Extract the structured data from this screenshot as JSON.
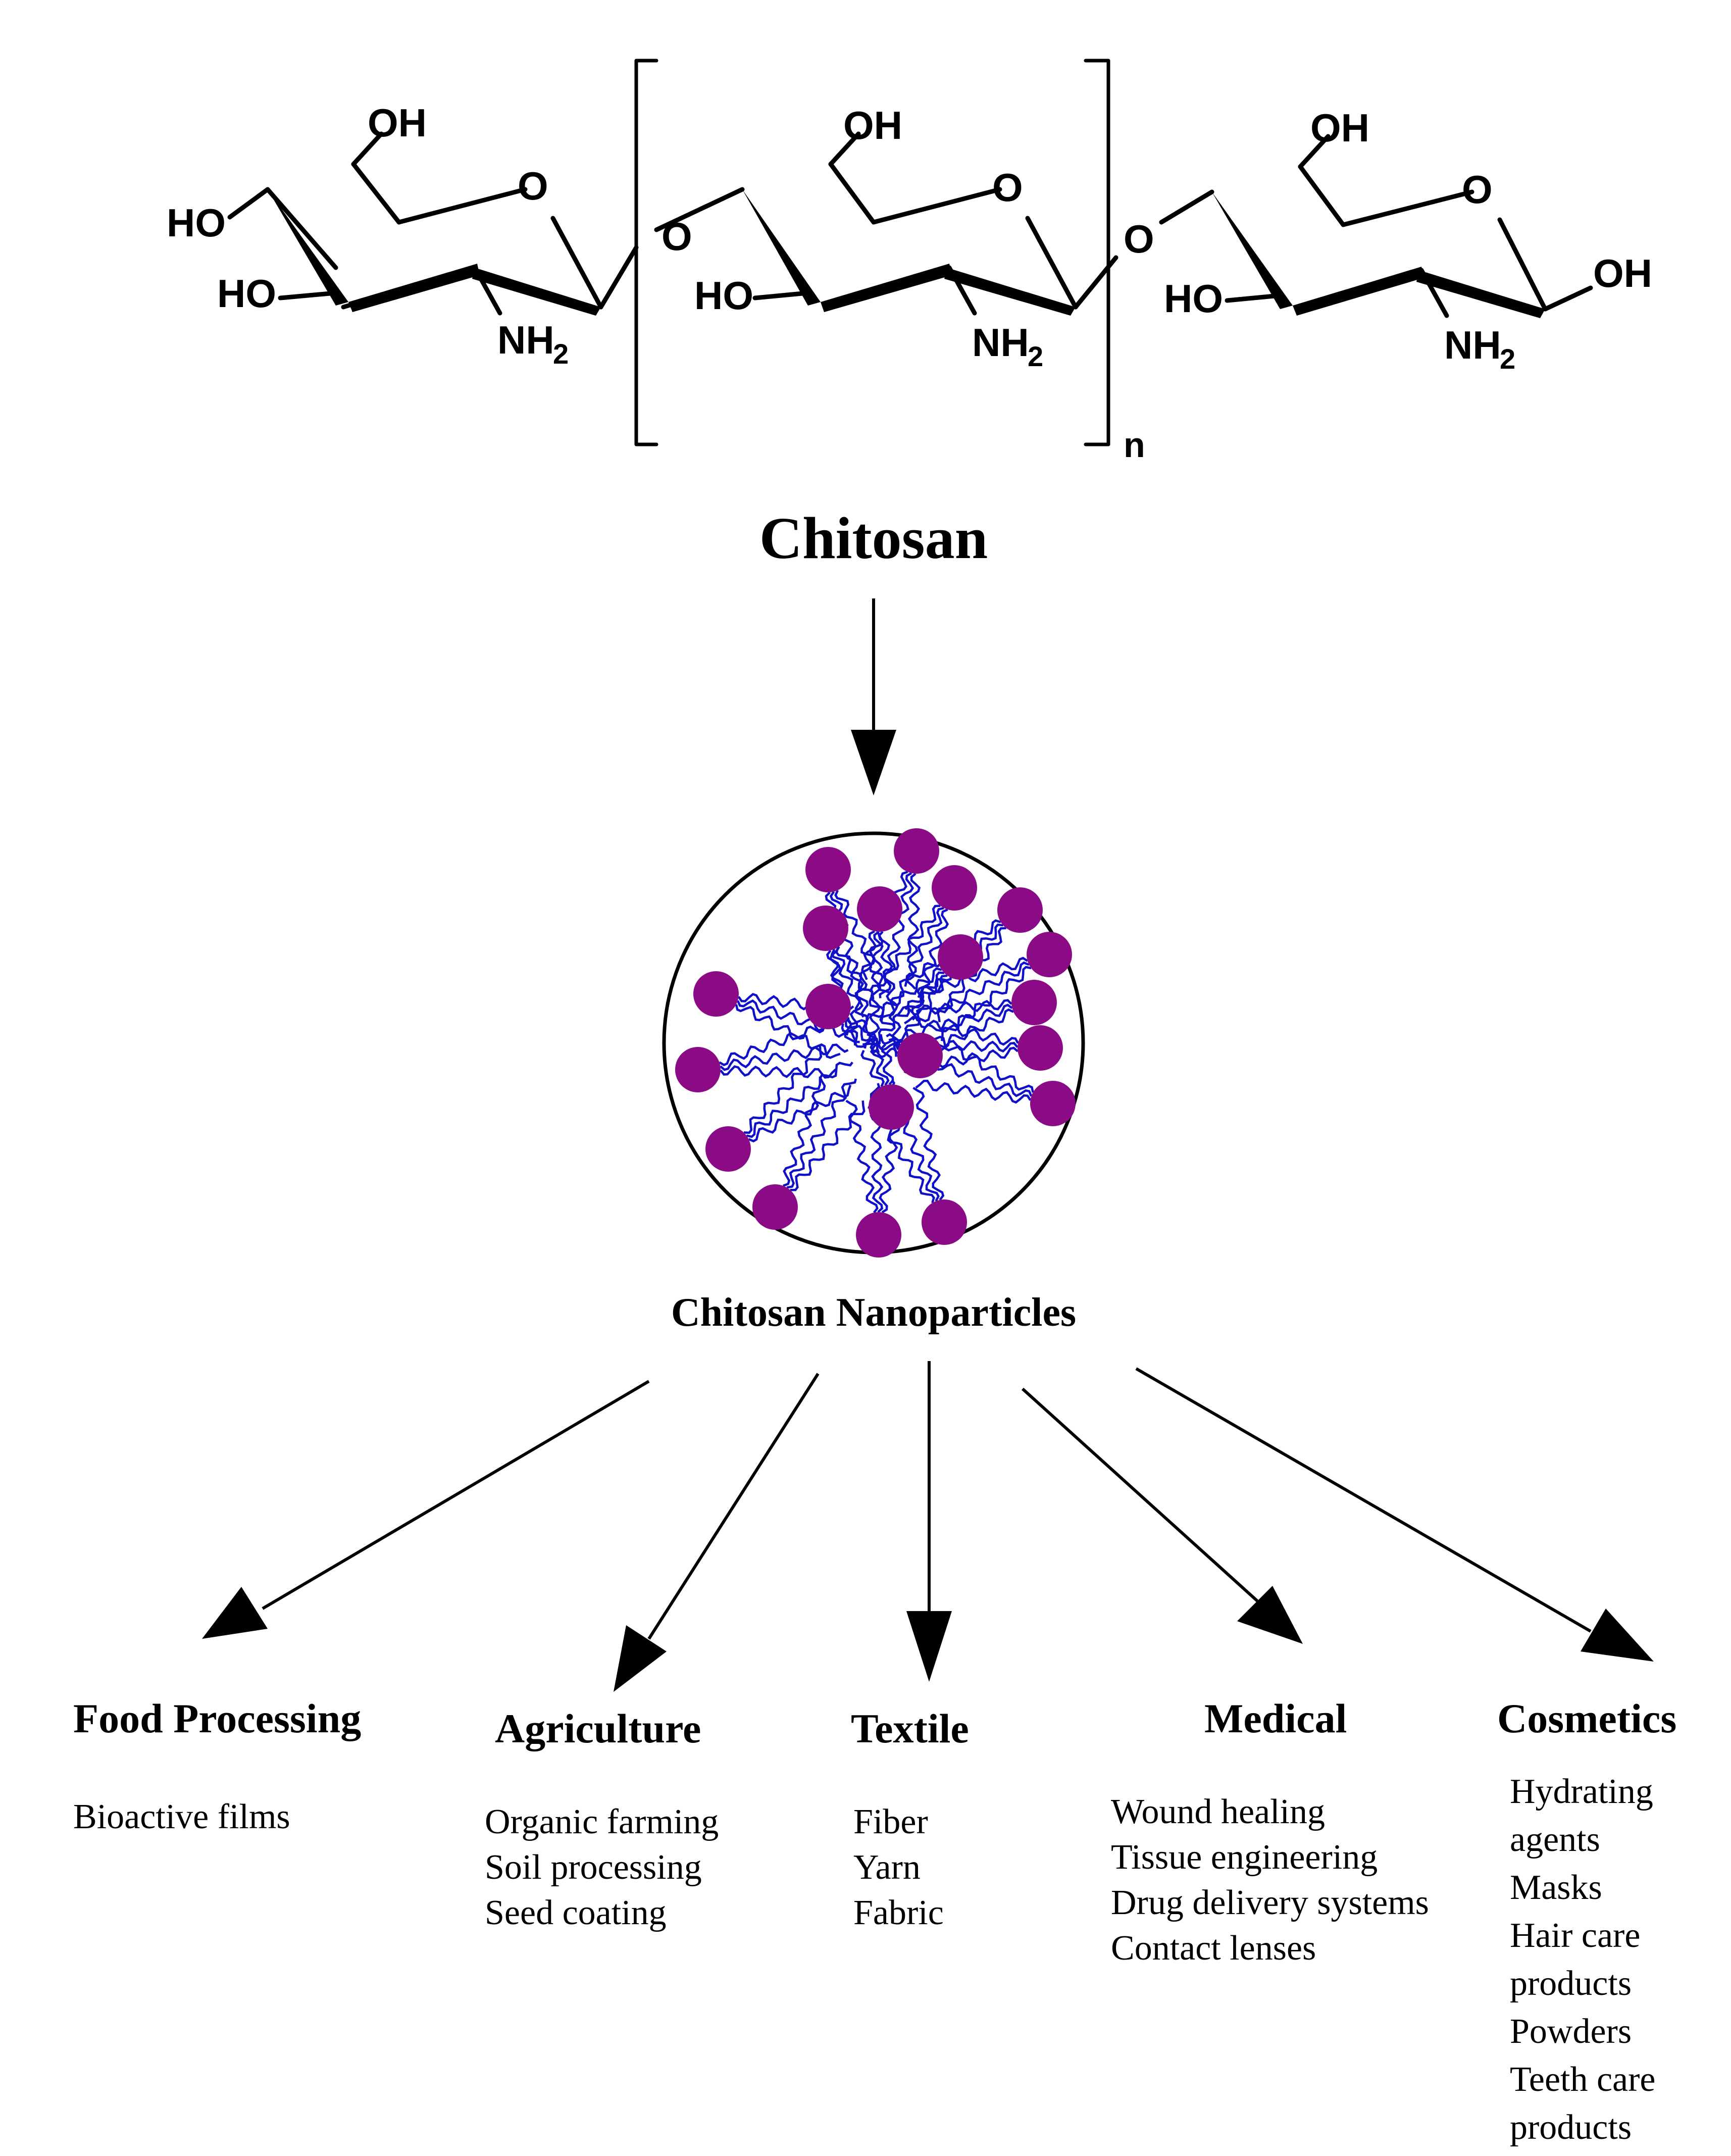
{
  "structure": {
    "oh": "OH",
    "ho": "HO",
    "o": "O",
    "nh": "NH",
    "sub2": "2",
    "n": "n"
  },
  "chitosan_label": "Chitosan",
  "nanoparticles_label": "Chitosan Nanoparticles",
  "categories": [
    {
      "title": "Food Processing",
      "items": [
        "Bioactive films"
      ]
    },
    {
      "title": "Agriculture",
      "items": [
        "Organic farming",
        "Soil processing",
        "Seed coating"
      ]
    },
    {
      "title": "Textile",
      "items": [
        "Fiber",
        "Yarn",
        "Fabric"
      ]
    },
    {
      "title": "Medical",
      "items": [
        "Wound healing",
        "Tissue engineering",
        "Drug delivery systems",
        "Contact lenses"
      ]
    },
    {
      "title": "Cosmetics",
      "items": [
        "Hydrating",
        "agents",
        "Masks",
        "Hair care",
        "products",
        "Powders",
        "Teeth care",
        "products"
      ]
    }
  ],
  "colors": {
    "particle": "#8b0a85",
    "chain": "#1010c8",
    "line": "#000000"
  }
}
